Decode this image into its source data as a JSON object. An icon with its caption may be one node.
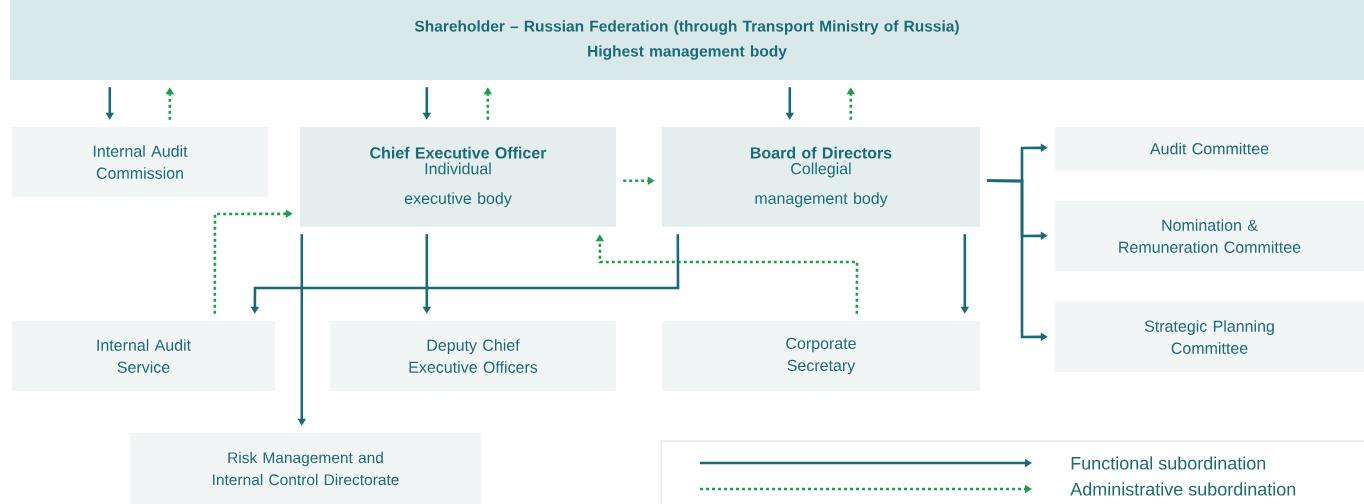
{
  "diagram": {
    "nodes": [
      {
        "text": [
          "Shareholder – Russian Federation (through Transport Ministry of Russia)",
          "Highest management body"
        ]
      },
      {
        "text": [
          "Internal Audit Commission"
        ]
      },
      {
        "text": [
          "Chief Executive Officer",
          "Individual executive body"
        ]
      },
      {
        "text": [
          "Board of Directors",
          "Collegial management body"
        ]
      },
      {
        "text": [
          "Audit Committee"
        ]
      },
      {
        "text": [
          "Nomination & Remuneration Committee"
        ]
      },
      {
        "text": [
          "Strategic Planning Committee"
        ]
      },
      {
        "text": [
          "Internal Audit Service"
        ]
      },
      {
        "text": [
          "Deputy Chief Executive Officers"
        ]
      },
      {
        "text": [
          "Corporate Secretary"
        ]
      },
      {
        "text": [
          "Risk Management and Internal Control Directorate"
        ]
      }
    ],
    "edges": [
      {
        "from": 0,
        "to": 1,
        "arrow": "to"
      },
      {
        "from": 1,
        "to": 0,
        "arrow": "to",
        "style": "dashed",
        "color": "#1f9e4a"
      },
      {
        "from": 0,
        "to": 2,
        "arrow": "to"
      },
      {
        "from": 2,
        "to": 0,
        "arrow": "to",
        "style": "dashed",
        "color": "#1f9e4a"
      },
      {
        "from": 0,
        "to": 3,
        "arrow": "to"
      },
      {
        "from": 3,
        "to": 0,
        "arrow": "to",
        "style": "dashed",
        "color": "#1f9e4a"
      },
      {
        "from": 2,
        "to": 3,
        "arrow": "to",
        "style": "dashed",
        "color": "#1f9e4a"
      },
      {
        "from": 7,
        "to": 2,
        "arrow": "to",
        "style": "dashed",
        "color": "#1f9e4a"
      },
      {
        "from": 2,
        "to": 8,
        "arrow": "to"
      },
      {
        "from": 2,
        "to": 10,
        "arrow": "to"
      },
      {
        "from": 3,
        "to": 7,
        "arrow": "to"
      },
      {
        "from": 9,
        "to": 2,
        "arrow": "to",
        "style": "dashed",
        "color": "#1f9e4a"
      },
      {
        "from": 3,
        "to": 9,
        "arrow": "to"
      },
      {
        "from": 3,
        "to": 4,
        "arrow": "to"
      },
      {
        "from": 3,
        "to": 5,
        "arrow": "to"
      },
      {
        "from": 3,
        "to": 6,
        "arrow": "to"
      }
    ],
    "legend": [
      {
        "text": "Functional subordination"
      },
      {
        "text": "Administrative subordination"
      }
    ]
  }
}
